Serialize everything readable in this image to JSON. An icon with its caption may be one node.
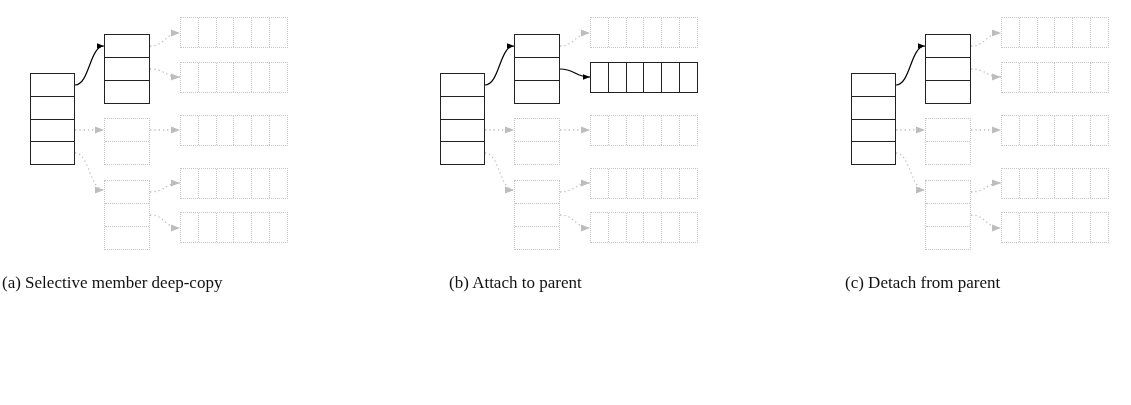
{
  "diagram": {
    "nodes": [
      {
        "text": [],
        "shape": "box"
      },
      {
        "text": [],
        "shape": "box"
      },
      {
        "text": [],
        "shape": "box"
      },
      {
        "text": [],
        "shape": "box"
      },
      {
        "text": [],
        "shape": "box"
      },
      {
        "text": [],
        "shape": "box"
      },
      {
        "text": [],
        "shape": "box"
      },
      {
        "text": [],
        "shape": "box"
      },
      {
        "text": [],
        "shape": "box"
      },
      {
        "text": [],
        "shape": "box"
      },
      {
        "text": [],
        "shape": "box"
      },
      {
        "text": [],
        "shape": "box"
      },
      {
        "text": [],
        "shape": "box"
      },
      {
        "text": [],
        "shape": "box"
      },
      {
        "text": [],
        "shape": "box"
      },
      {
        "text": [],
        "shape": "box"
      },
      {
        "text": [],
        "shape": "box"
      },
      {
        "text": [],
        "shape": "box"
      },
      {
        "text": [],
        "shape": "box"
      },
      {
        "text": [],
        "shape": "box"
      },
      {
        "text": [],
        "shape": "box"
      },
      {
        "text": [],
        "shape": "box"
      },
      {
        "text": [],
        "shape": "box"
      },
      {
        "text": [],
        "shape": "box"
      },
      {
        "text": [],
        "shape": "box"
      },
      {
        "text": [],
        "shape": "box"
      },
      {
        "text": [],
        "shape": "box"
      }
    ],
    "edges": [
      {
        "from": 0,
        "to": 1,
        "arrow": "to",
        "color": "#000000"
      },
      {
        "from": 1,
        "to": 2,
        "arrow": "to",
        "style": "dashed"
      },
      {
        "from": 1,
        "to": 3,
        "arrow": "to",
        "style": "dashed"
      },
      {
        "from": 0,
        "to": 4,
        "arrow": "to",
        "style": "dashed"
      },
      {
        "from": 0,
        "to": 6,
        "arrow": "to",
        "style": "dashed"
      },
      {
        "from": 4,
        "to": 5,
        "arrow": "to",
        "style": "dashed"
      },
      {
        "from": 6,
        "to": 7,
        "arrow": "to",
        "style": "dashed"
      },
      {
        "from": 6,
        "to": 8,
        "arrow": "to",
        "style": "dashed"
      },
      {
        "from": 9,
        "to": 10,
        "arrow": "to",
        "color": "#000000"
      },
      {
        "from": 10,
        "to": 11,
        "arrow": "to",
        "style": "dashed"
      },
      {
        "from": 10,
        "to": 12,
        "arrow": "to",
        "color": "#000000"
      },
      {
        "from": 9,
        "to": 13,
        "arrow": "to",
        "style": "dashed"
      },
      {
        "from": 9,
        "to": 15,
        "arrow": "to",
        "style": "dashed"
      },
      {
        "from": 13,
        "to": 14,
        "arrow": "to",
        "style": "dashed"
      },
      {
        "from": 15,
        "to": 16,
        "arrow": "to",
        "style": "dashed"
      },
      {
        "from": 15,
        "to": 17,
        "arrow": "to",
        "style": "dashed"
      },
      {
        "from": 18,
        "to": 19,
        "arrow": "to",
        "color": "#000000"
      },
      {
        "from": 19,
        "to": 20,
        "arrow": "to",
        "style": "dashed"
      },
      {
        "from": 19,
        "to": 21,
        "arrow": "to",
        "style": "dashed"
      },
      {
        "from": 18,
        "to": 22,
        "arrow": "to",
        "style": "dashed"
      },
      {
        "from": 18,
        "to": 24,
        "arrow": "to",
        "style": "dashed"
      },
      {
        "from": 22,
        "to": 23,
        "arrow": "to",
        "style": "dashed"
      },
      {
        "from": 24,
        "to": 25,
        "arrow": "to",
        "style": "dashed"
      },
      {
        "from": 24,
        "to": 26,
        "arrow": "to",
        "style": "dashed"
      }
    ],
    "labels": [
      "(a) Selective member deep-copy",
      "(b) Attach to parent",
      "(c) Detach from parent"
    ]
  }
}
